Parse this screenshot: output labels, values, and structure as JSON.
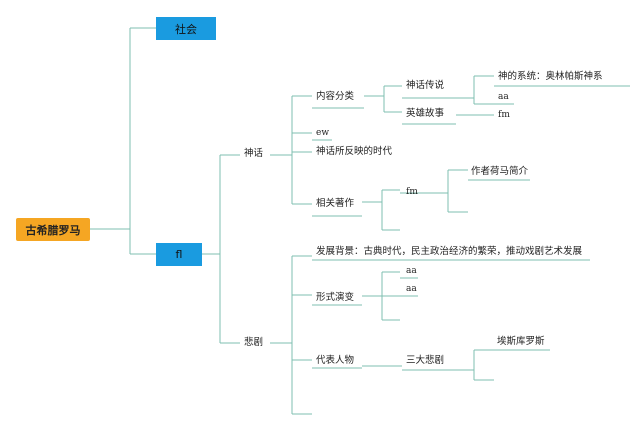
{
  "root": "古希腊罗马",
  "branch_social": "社会",
  "branch_fl": "fl",
  "myth": {
    "label": "神话",
    "content_classification": "内容分类",
    "legends": "神话传说",
    "gods_system": "神的系统：奥林帕斯神系",
    "aa1": "aa",
    "heroes": "英雄故事",
    "fm1": "fm",
    "ew": "ew",
    "era_reflected": "神话所反映的时代",
    "related_works": "相关著作",
    "fm2": "fm",
    "author_intro": "作者荷马简介"
  },
  "tragedy": {
    "label": "悲剧",
    "background": "发展背景：古典时代，民主政治经济的繁荣，推动戏剧艺术发展",
    "form_evolution": "形式演变",
    "aa2": "aa",
    "aa3": "aa",
    "representatives": "代表人物",
    "three_tragedians": "三大悲剧",
    "aeschylus": "埃斯库罗斯"
  }
}
